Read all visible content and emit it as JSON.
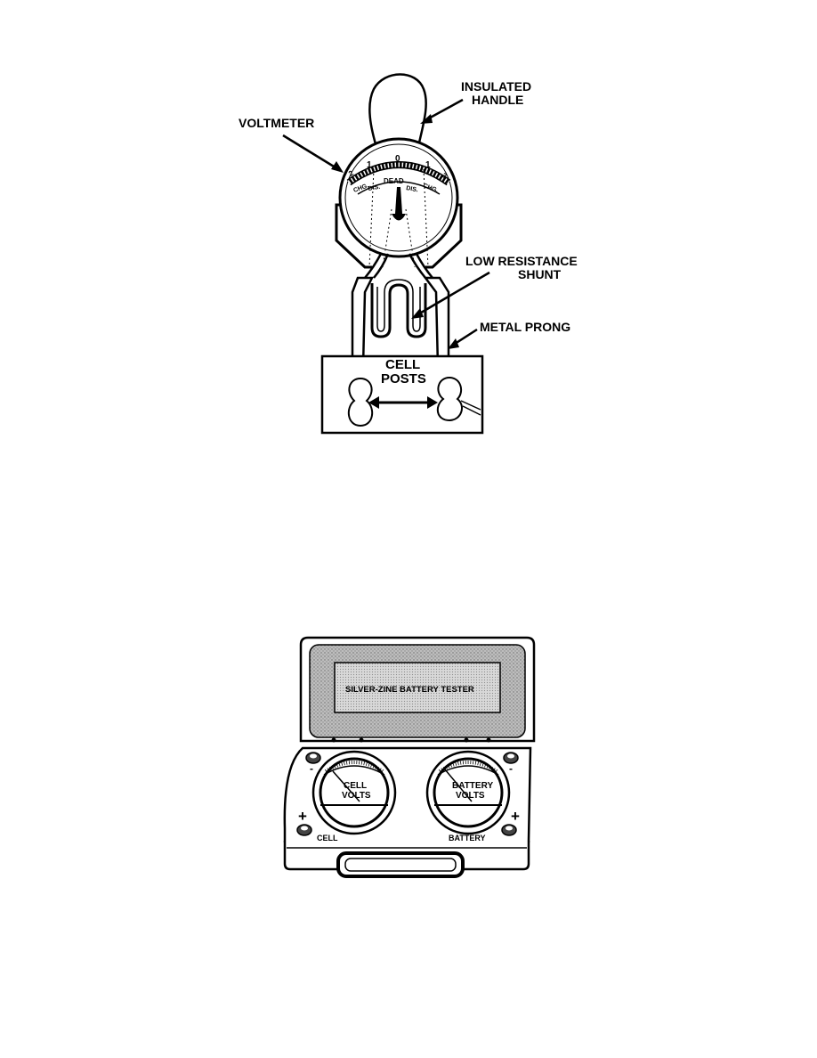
{
  "figure1": {
    "labels": {
      "insulated_handle_1": "INSULATED",
      "insulated_handle_2": "HANDLE",
      "voltmeter": "VOLTMETER",
      "low_resistance_1": "LOW RESISTANCE",
      "low_resistance_2": "SHUNT",
      "metal_prong": "METAL PRONG",
      "cell_posts_1": "CELL",
      "cell_posts_2": "POSTS"
    },
    "dial": {
      "tick_left": "1",
      "tick_center": "0",
      "tick_right": "1",
      "tick_far_left": "2",
      "tick_far_right": "2",
      "dead": "DEAD",
      "dis_left": "DIS.",
      "dis_right": "DIS.",
      "chg_left": "CHG.",
      "chg_right": "CHG."
    }
  },
  "figure2": {
    "lid_title": "SILVER-ZINE BATTERY TESTER",
    "meter_left_1": "CELL",
    "meter_left_2": "VOLTS",
    "meter_right_1": "BATTERY",
    "meter_right_2": "VOLTS",
    "terminal_left": "CELL",
    "terminal_right": "BATTERY",
    "plus_left": "+",
    "plus_right": "+",
    "minus_left": "-",
    "minus_right": "-"
  }
}
